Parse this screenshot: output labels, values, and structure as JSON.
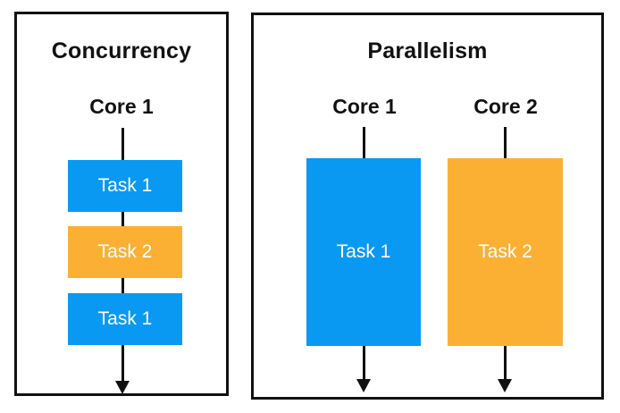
{
  "colors": {
    "blue": "#0a99f2",
    "orange": "#fbb034",
    "border": "#111111",
    "background": "#ffffff",
    "task_text": "#ffffff",
    "title_text": "#111111"
  },
  "concurrency": {
    "title": "Concurrency",
    "core_label": "Core 1",
    "tasks": [
      {
        "label": "Task 1",
        "color": "blue"
      },
      {
        "label": "Task 2",
        "color": "orange"
      },
      {
        "label": "Task 1",
        "color": "blue"
      }
    ]
  },
  "parallelism": {
    "title": "Parallelism",
    "cores": [
      {
        "core_label": "Core 1",
        "task": {
          "label": "Task 1",
          "color": "blue"
        }
      },
      {
        "core_label": "Core 2",
        "task": {
          "label": "Task 2",
          "color": "orange"
        }
      }
    ]
  }
}
